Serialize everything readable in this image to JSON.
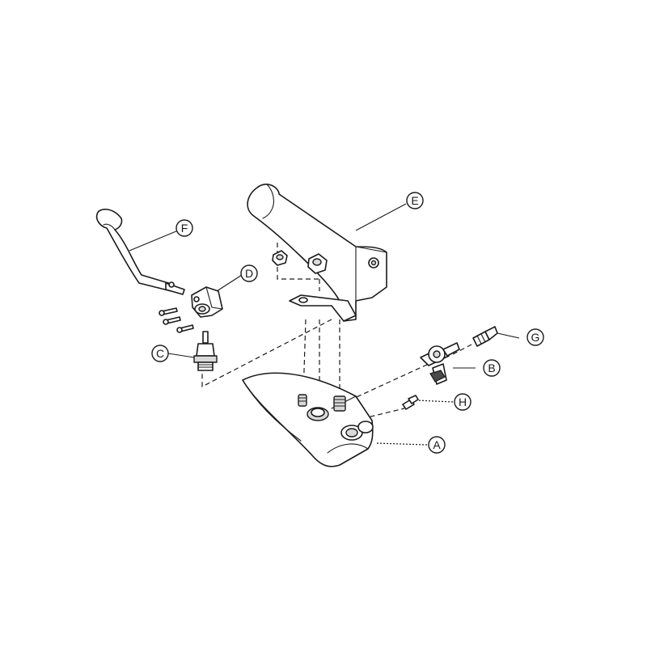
{
  "callouts": [
    {
      "id": "A",
      "label": "A"
    },
    {
      "id": "B",
      "label": "B"
    },
    {
      "id": "C",
      "label": "C"
    },
    {
      "id": "D",
      "label": "D"
    },
    {
      "id": "E",
      "label": "E"
    },
    {
      "id": "F",
      "label": "F"
    },
    {
      "id": "G",
      "label": "G"
    },
    {
      "id": "H",
      "label": "H"
    }
  ]
}
